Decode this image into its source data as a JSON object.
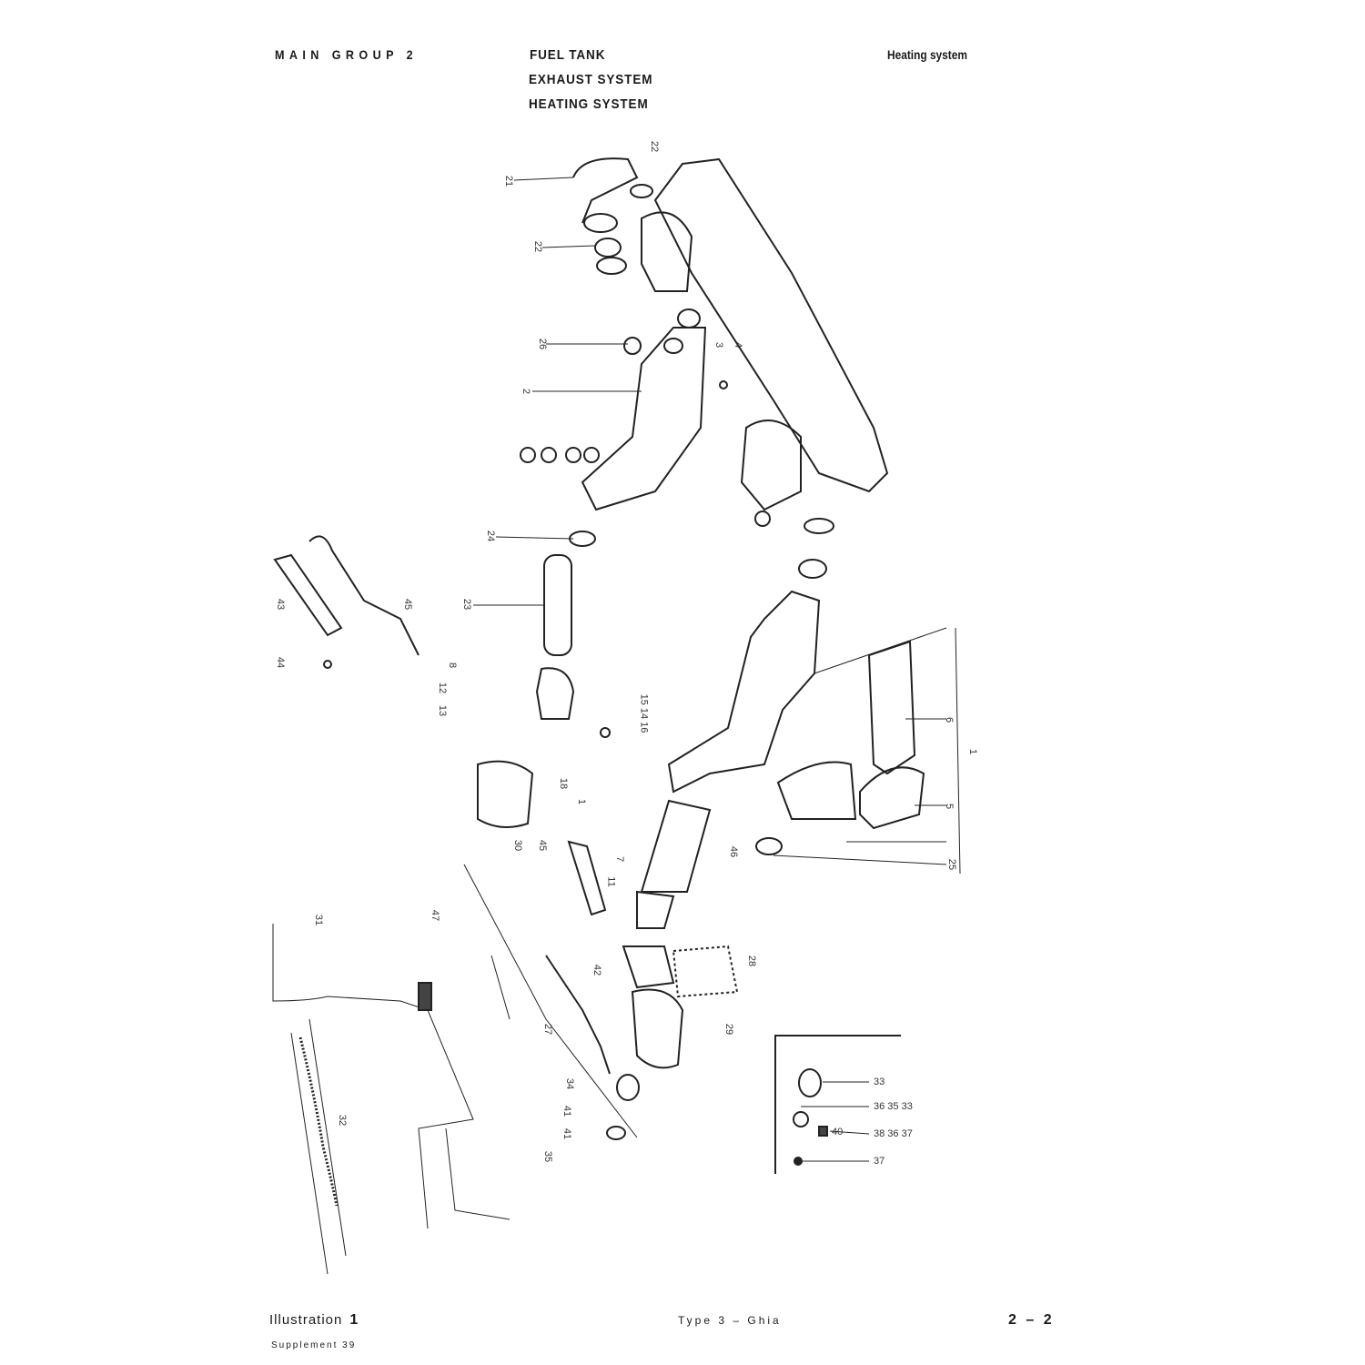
{
  "header": {
    "main_group": "MAIN GROUP 2",
    "titles": [
      "FUEL TANK",
      "EXHAUST SYSTEM",
      "HEATING SYSTEM"
    ],
    "section": "Heating system"
  },
  "footer": {
    "illustration_label": "Illustration",
    "illustration_number": "1",
    "model": "Type 3 – Ghia",
    "page": "2 – 2",
    "supplement": "Supplement 39"
  },
  "callouts": [
    "21",
    "22",
    "22",
    "26",
    "3",
    "4",
    "2",
    "24",
    "23",
    "43",
    "45",
    "44",
    "8",
    "12",
    "13",
    "15 14 16",
    "18",
    "1",
    "30",
    "45",
    "46",
    "7",
    "11",
    "6",
    "1",
    "5",
    "25",
    "31",
    "47",
    "28",
    "42",
    "27",
    "29",
    "34",
    "41",
    "41",
    "35",
    "32",
    "33",
    "36 35 33",
    "40",
    "38 36 37",
    "37"
  ]
}
